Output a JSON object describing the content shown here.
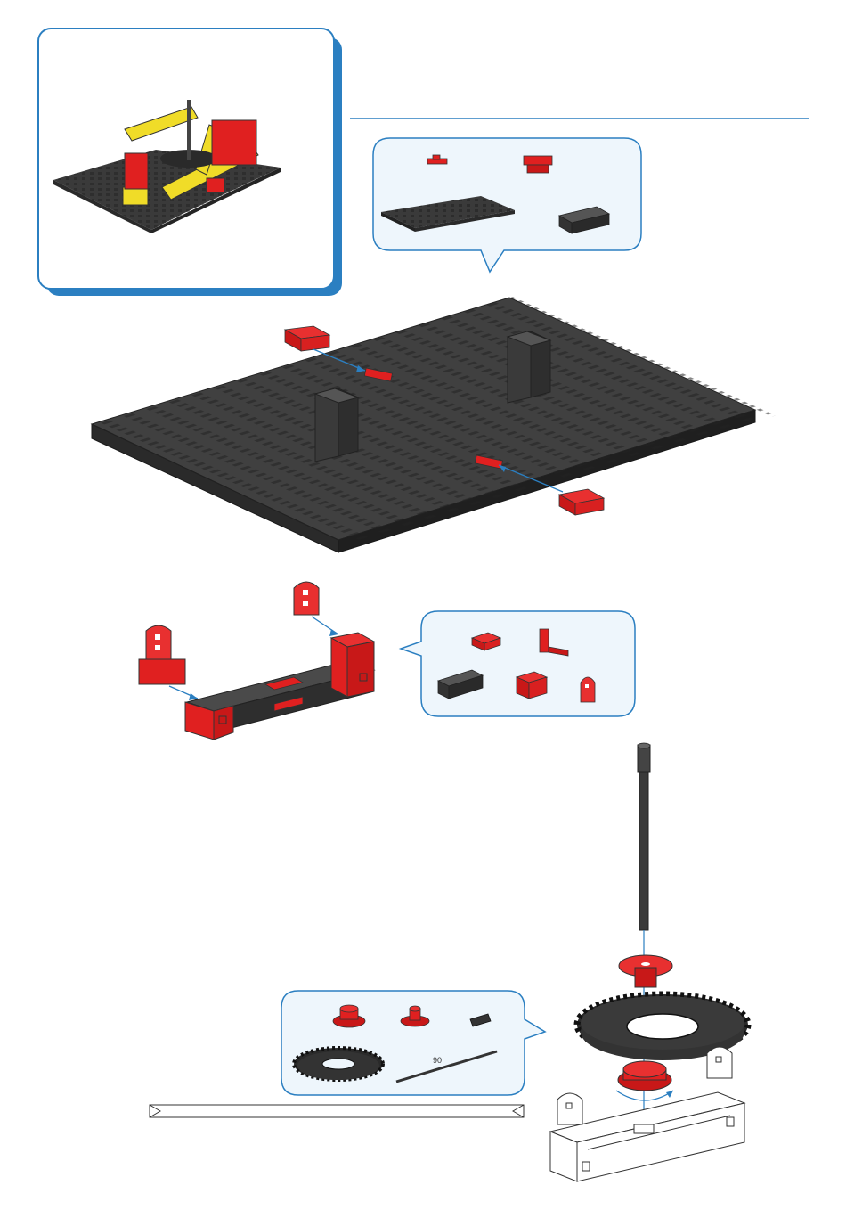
{
  "page": {
    "background": "#ffffff",
    "accent_color": "#2b7fc1",
    "callout_fill": "#eef6fc",
    "part_red": "#e02020",
    "part_dark": "#3a3a3a",
    "part_yellow": "#f0dc28"
  },
  "preview_panel": {
    "icon": "finished-model-preview"
  },
  "parts_callouts": [
    {
      "name": "step-1-parts",
      "icons": [
        "small-red-connector",
        "red-building-block-15",
        "black-base-plate",
        "black-building-block-30"
      ]
    },
    {
      "name": "step-2-parts",
      "icons": [
        "red-angle-block",
        "red-angle-plate",
        "black-building-block-30",
        "red-building-block",
        "red-bearing-mount"
      ]
    },
    {
      "name": "step-3-parts",
      "icons": [
        "red-hub-nut",
        "red-hub-collar",
        "black-coupling-sleeve",
        "black-gear-wheel",
        "metal-axle"
      ],
      "axle_length": "90"
    }
  ],
  "assembly_steps": [
    {
      "icon": "base-plate-assembly"
    },
    {
      "icon": "bearing-frame-assembly"
    },
    {
      "icon": "gear-axle-assembly"
    }
  ]
}
